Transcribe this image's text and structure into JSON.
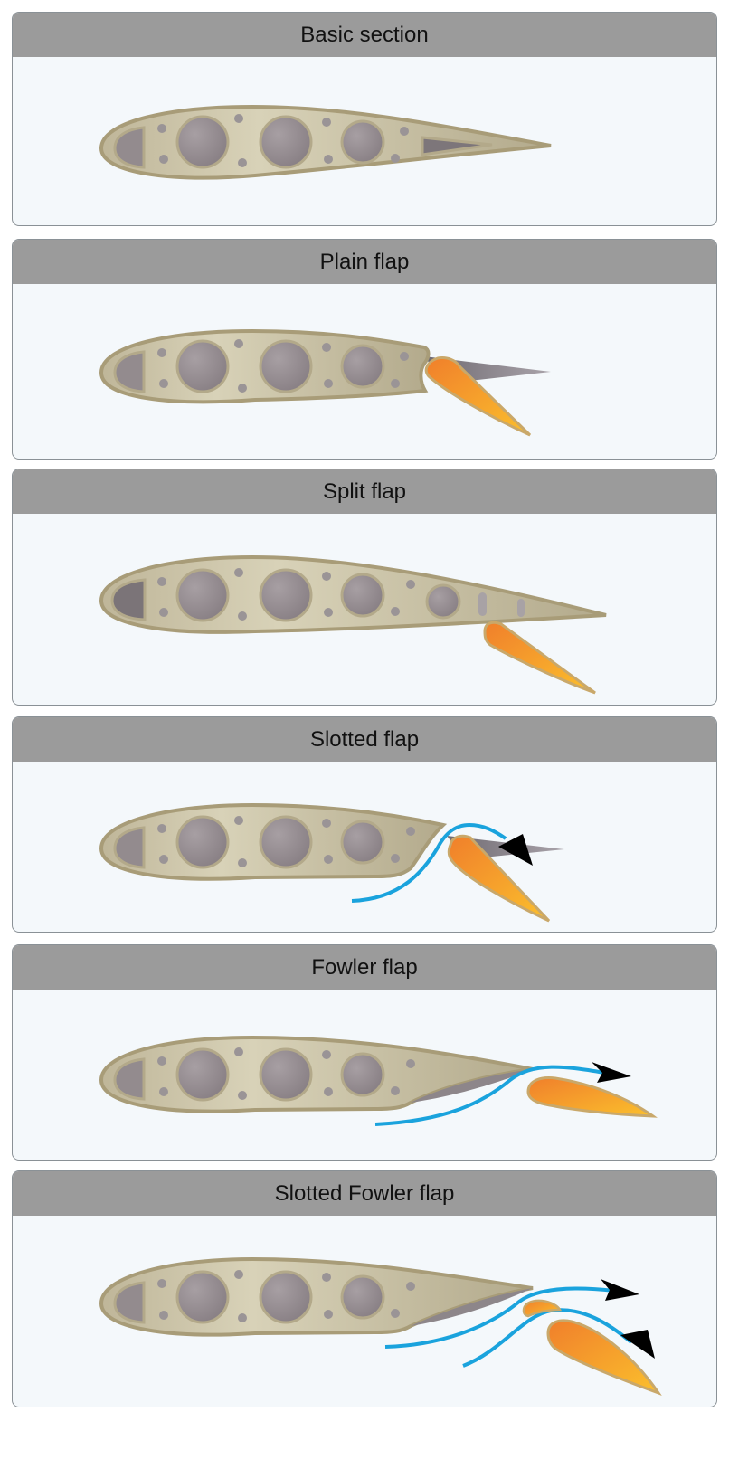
{
  "panels": [
    {
      "title": "Basic section"
    },
    {
      "title": "Plain flap"
    },
    {
      "title": "Split flap"
    },
    {
      "title": "Slotted flap"
    },
    {
      "title": "Fowler flap"
    },
    {
      "title": "Slotted Fowler flap"
    }
  ],
  "colors": {
    "panel_background": "#f4f8fb",
    "header_background": "#9b9b9b",
    "wing_fill": "#cfc7ac",
    "wing_stroke": "#a89c78",
    "lightening_hole": "#938b8e",
    "flap_fill": "#f5a623",
    "flap_stroke": "#c9a86a",
    "airflow_line": "#1aa3dd",
    "arrow_head": "#000000"
  }
}
